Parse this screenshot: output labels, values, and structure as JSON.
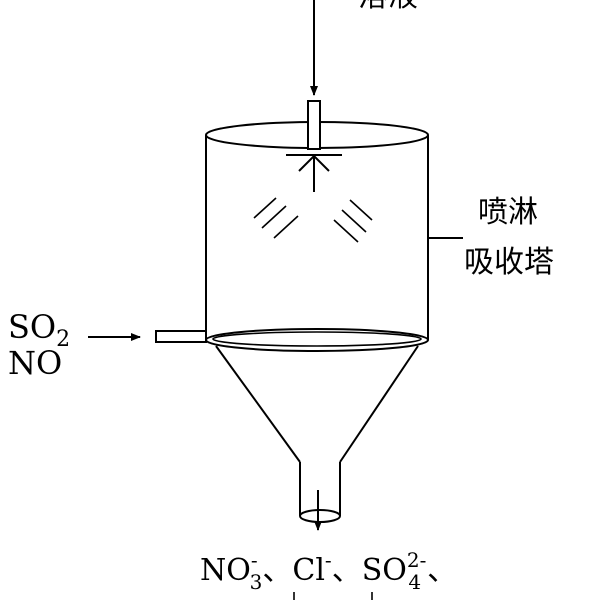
{
  "tower_label": {
    "line1": "喷淋",
    "line2": "吸收塔"
  },
  "top_inlet_label": "溶液",
  "gas_inlet": {
    "line1_base": "SO",
    "line1_sub": "2",
    "line2": "NO"
  },
  "products": {
    "ion1_base": "NO",
    "ion1_sup": "-",
    "ion1_sub": "3",
    "sep1": "、",
    "ion2_base": "Cl",
    "ion2_sup": "-",
    "sep2": "、",
    "ion3_base": "SO",
    "ion3_sup": "2-",
    "ion3_sub": "4",
    "sep3": "、"
  }
}
